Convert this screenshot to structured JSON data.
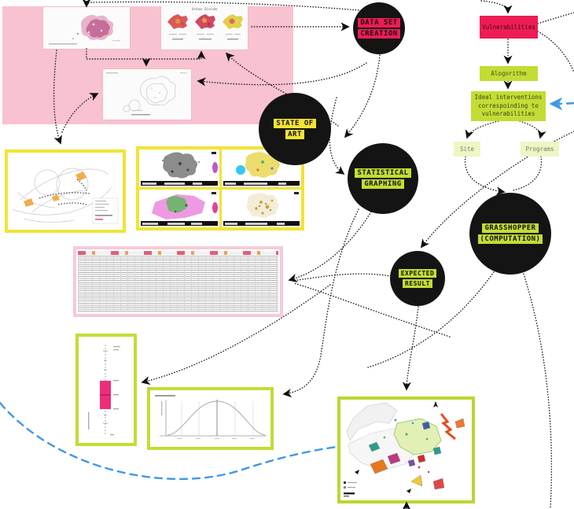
{
  "nodes": {
    "data_set_creation": {
      "line1": "DATA SET",
      "line2": "CREATION"
    },
    "state_of_art": {
      "line1": "STATE OF",
      "line2": "ART"
    },
    "statistical_graphing": {
      "line1": "STATISTICAL",
      "line2": "GRAPHING"
    },
    "grasshopper": {
      "line1": "GRASSHOPPER",
      "line2": "(COMPUTATION)"
    },
    "expected_result": {
      "line1": "EXPECTED",
      "line2": "RESULT"
    }
  },
  "boxes": {
    "vulnerabilities": {
      "label": "Vulnerabilities"
    },
    "algorithm": {
      "label": "Alogorithm"
    },
    "ideal_interventions": {
      "line1": "Ideal interventions",
      "line2": "correspoinding to",
      "line3": "vulnerabilities"
    },
    "site": {
      "label": "Site"
    },
    "programs": {
      "label": "Programs"
    }
  },
  "panels": {
    "urban_divide": {
      "title": "Urban Divide"
    }
  },
  "colors": {
    "accent_pink": "#ED1C55",
    "accent_green": "#C4DC34",
    "accent_yellow": "#F2E335",
    "pale_green_box": "#EEF6C2",
    "pink_background": "#F9C2D0",
    "blue_dash": "#3F99E8",
    "node_black": "#141414",
    "boxplot_pink": "#EE2D79"
  }
}
